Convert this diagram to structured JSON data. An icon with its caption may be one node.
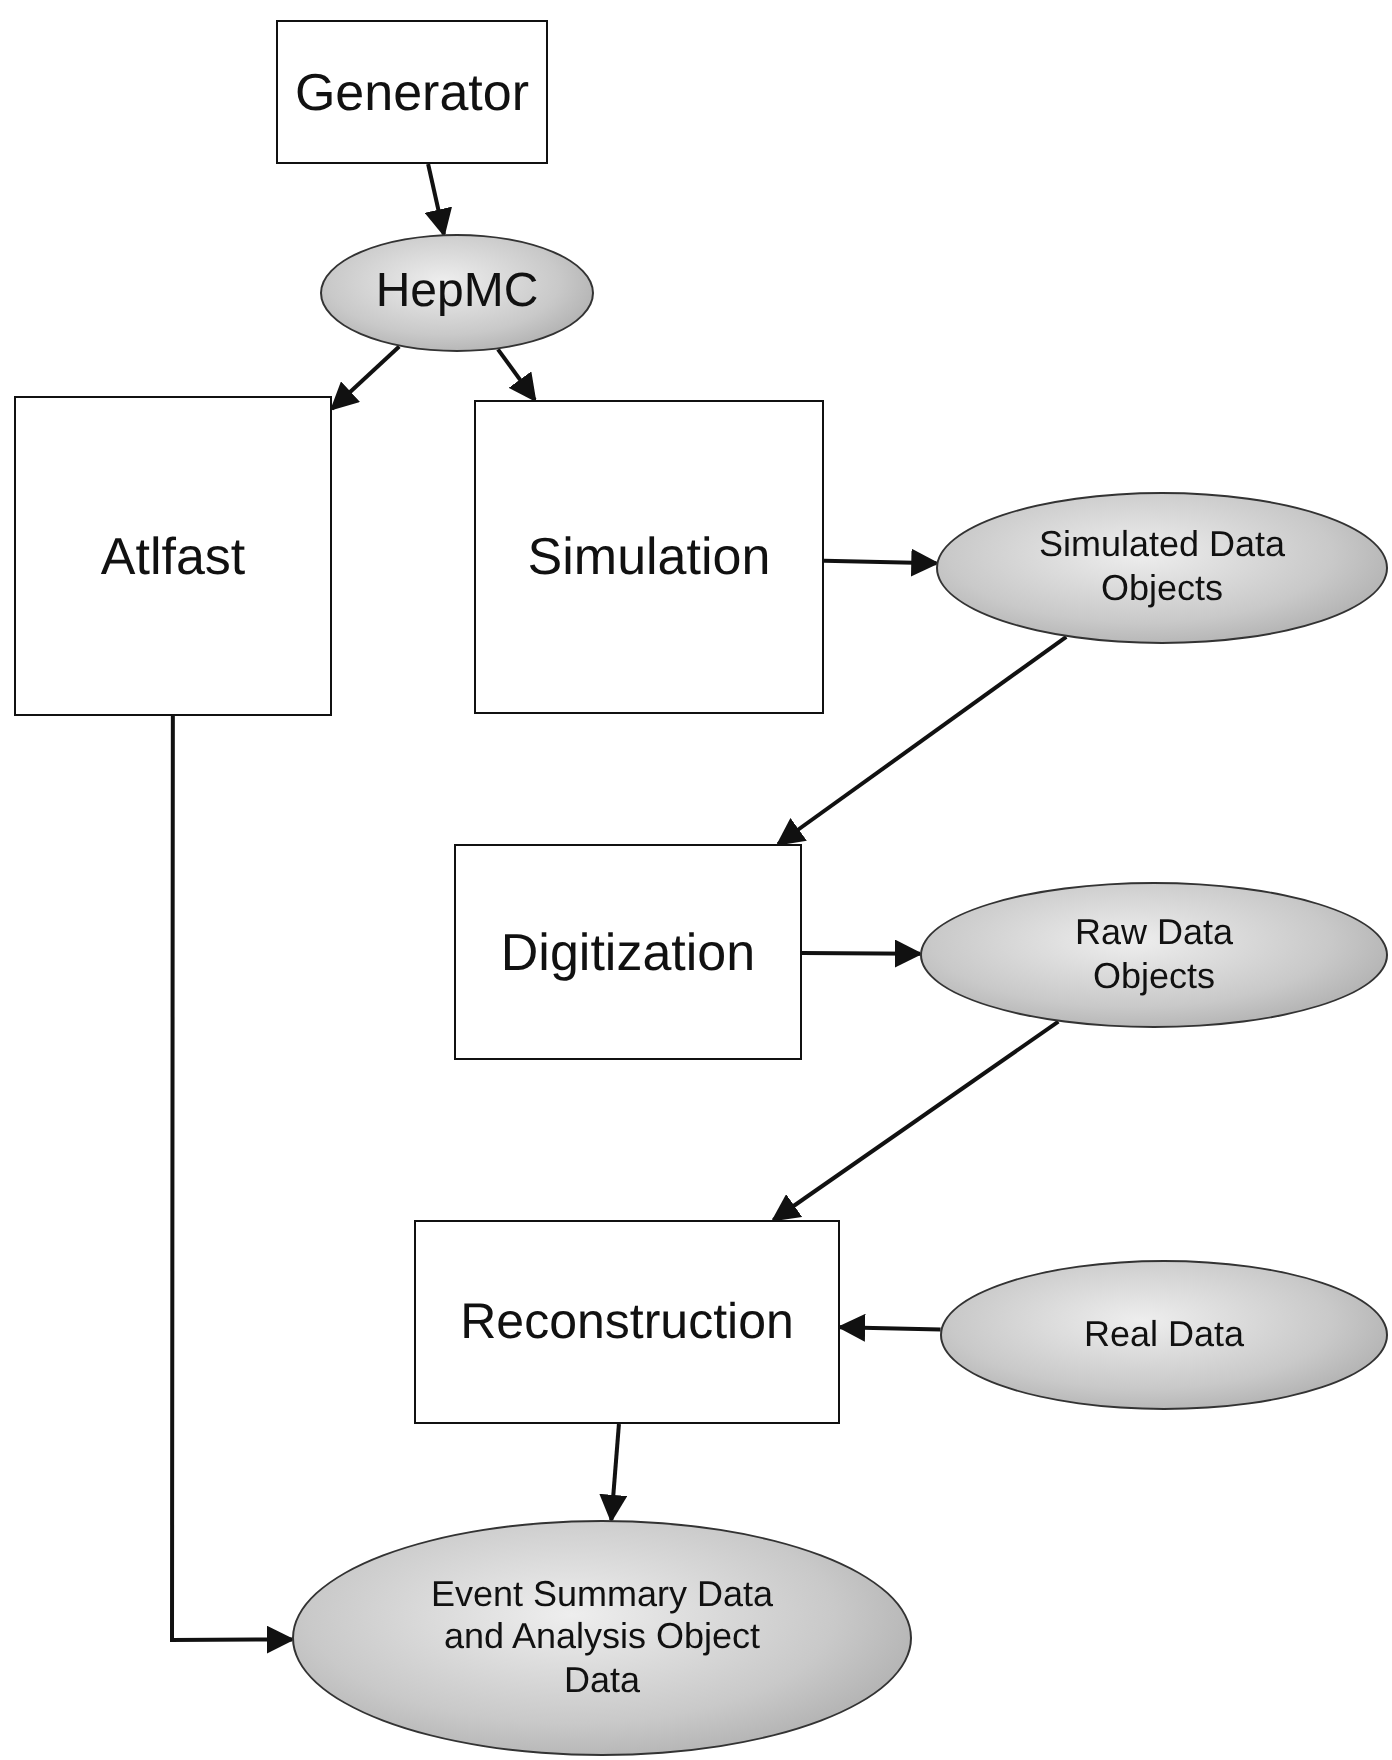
{
  "diagram": {
    "nodes": [
      {
        "text": [
          "Generator"
        ]
      },
      {
        "text": [
          "HepMC"
        ]
      },
      {
        "text": [
          "Atlfast"
        ]
      },
      {
        "text": [
          "Simulation"
        ]
      },
      {
        "text": [
          "Simulated Data Objects"
        ]
      },
      {
        "text": [
          "Digitization"
        ]
      },
      {
        "text": [
          "Raw Data Objects"
        ]
      },
      {
        "text": [
          "Reconstruction"
        ]
      },
      {
        "text": [
          "Real Data"
        ]
      },
      {
        "text": [
          "Event Summary Data and Analysis Object Data"
        ]
      }
    ],
    "edges": [
      {
        "from": 0,
        "to": 1,
        "arrow": "to"
      },
      {
        "from": 1,
        "to": 2,
        "arrow": "to"
      },
      {
        "from": 1,
        "to": 3,
        "arrow": "to"
      },
      {
        "from": 3,
        "to": 4,
        "arrow": "to"
      },
      {
        "from": 4,
        "to": 5,
        "arrow": "to"
      },
      {
        "from": 5,
        "to": 6,
        "arrow": "to"
      },
      {
        "from": 6,
        "to": 7,
        "arrow": "to"
      },
      {
        "from": 8,
        "to": 7,
        "arrow": "to"
      },
      {
        "from": 7,
        "to": 9,
        "arrow": "to"
      },
      {
        "from": 2,
        "to": 9,
        "arrow": "to"
      }
    ]
  }
}
